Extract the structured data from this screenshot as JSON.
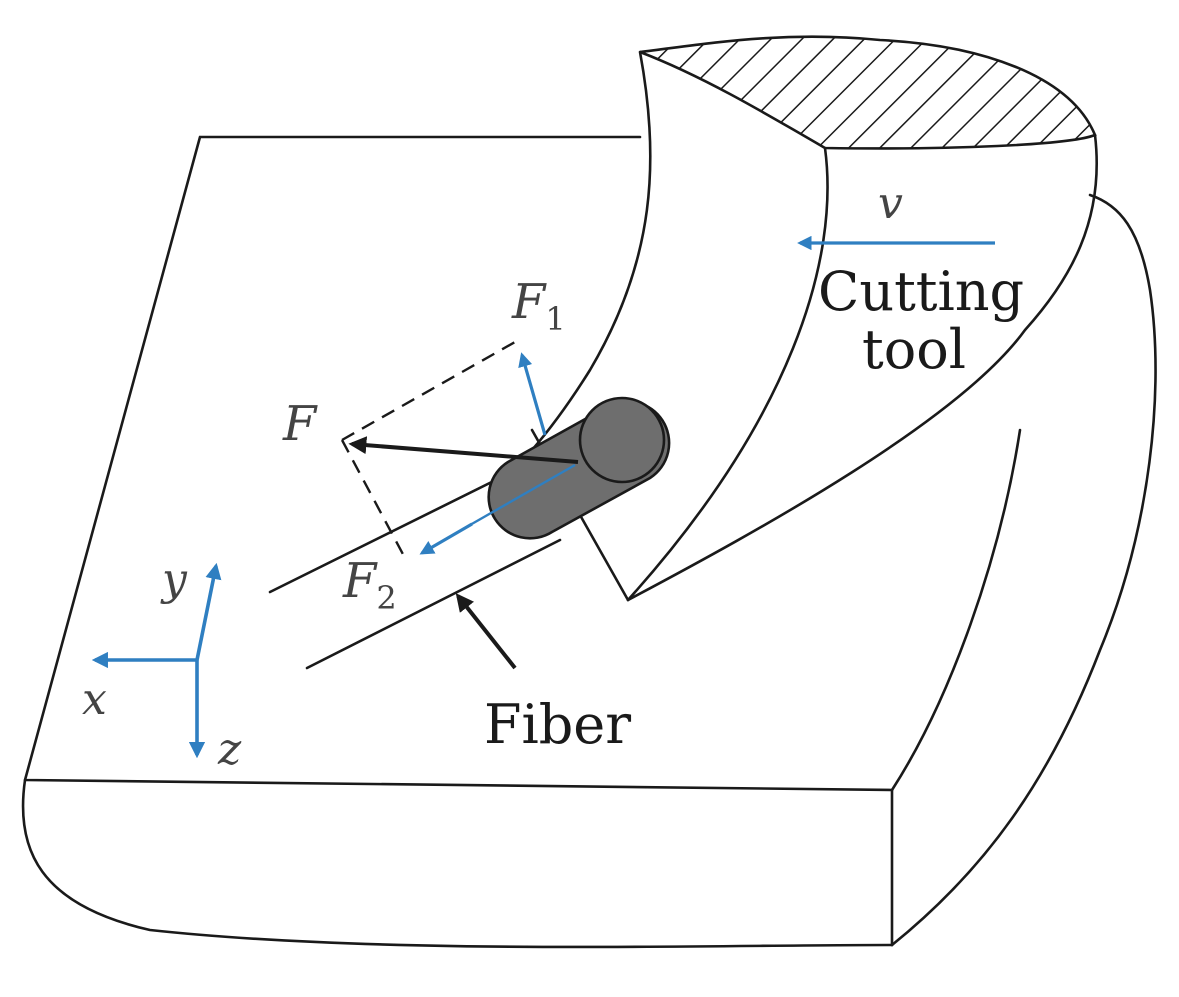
{
  "colors": {
    "line": "#1a1a1a",
    "vector_blue": "#2f7fc1",
    "fiber_fill": "#6e6e6e",
    "label_gray": "#444444"
  },
  "labels": {
    "velocity": "v",
    "cutting_tool": [
      "Cutting",
      "tool"
    ],
    "force": "F",
    "f1_base": "F",
    "f1_sub": "1",
    "f2_base": "F",
    "f2_sub": "2",
    "fiber": "Fiber",
    "axis_x": "x",
    "axis_y": "y",
    "axis_z": "z"
  },
  "icons": {
    "axes": "coordinate-axes-icon",
    "hatch": "hatched-section-icon"
  }
}
